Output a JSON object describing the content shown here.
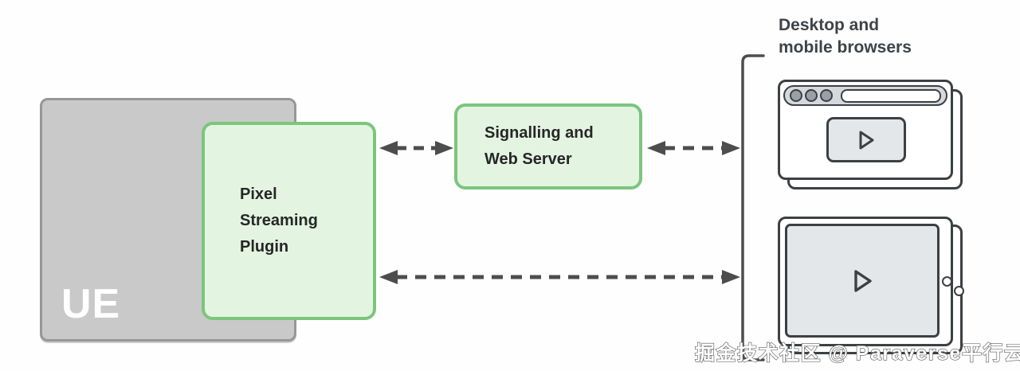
{
  "diagram": {
    "ue_box": {
      "label": "UE"
    },
    "pixel_plugin_box": {
      "label": "Pixel\nStreaming\nPlugin"
    },
    "signalling_box": {
      "label": "Signalling and\nWeb Server"
    },
    "browsers_group": {
      "label": "Desktop and\nmobile browsers",
      "devices": [
        "desktop-browser-window",
        "tablet"
      ]
    },
    "connections": [
      {
        "from": "pixel-streaming-plugin",
        "to": "signalling-and-web-server",
        "style": "dashed",
        "direction": "bidirectional"
      },
      {
        "from": "signalling-and-web-server",
        "to": "desktop-and-mobile-browsers",
        "style": "dashed",
        "direction": "bidirectional"
      },
      {
        "from": "pixel-streaming-plugin",
        "to": "desktop-and-mobile-browsers",
        "style": "dashed",
        "direction": "bidirectional"
      }
    ],
    "colors": {
      "green_fill": "#e3f5e1",
      "green_border": "#7cc57e",
      "gray_fill": "#c9c9c9",
      "gray_border": "#979797",
      "arrow": "#4d4d4d",
      "icon_stroke": "#3c4043",
      "icon_screen_fill": "#e4e7ea",
      "topbar_fill": "#d5d9dd",
      "dot_fill": "#9aa0a6",
      "text_dark": "#262626",
      "label_dark": "#3e4347"
    }
  },
  "watermark": {
    "text": "掘金技术社区 @ Paraverse平行云"
  }
}
